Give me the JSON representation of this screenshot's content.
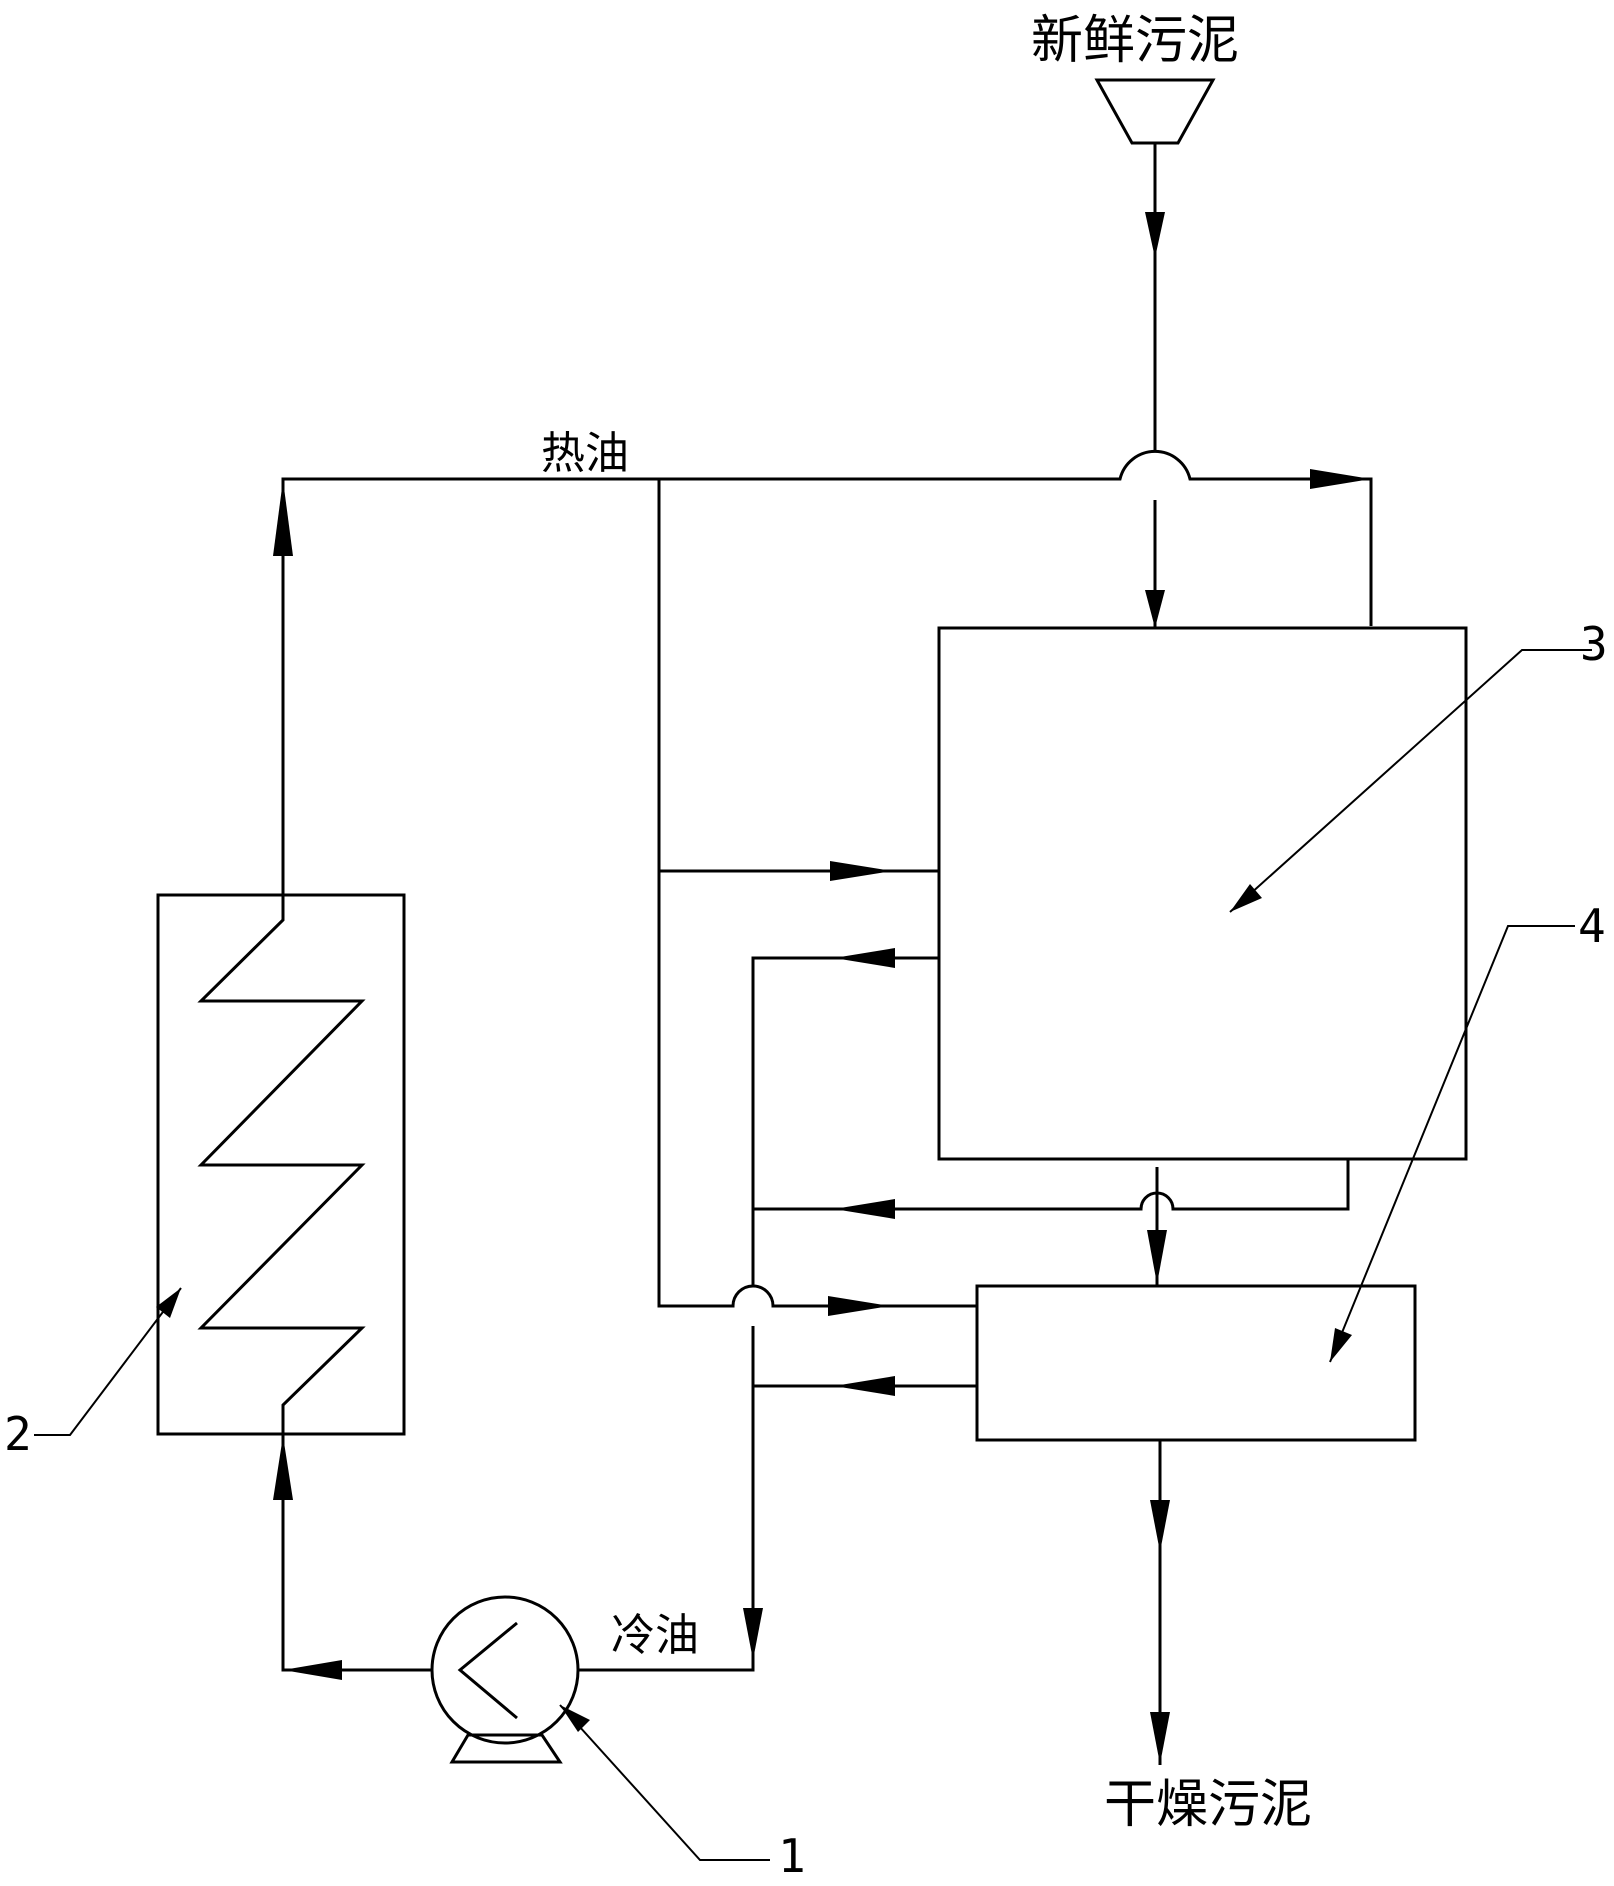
{
  "labels": {
    "fresh_sludge": "新鲜污泥",
    "hot_oil": "热油",
    "cold_oil": "冷油",
    "dried_sludge": "干燥污泥"
  },
  "components": {
    "pump": "1",
    "heater": "2",
    "dryer_upper": "3",
    "dryer_lower": "4"
  }
}
